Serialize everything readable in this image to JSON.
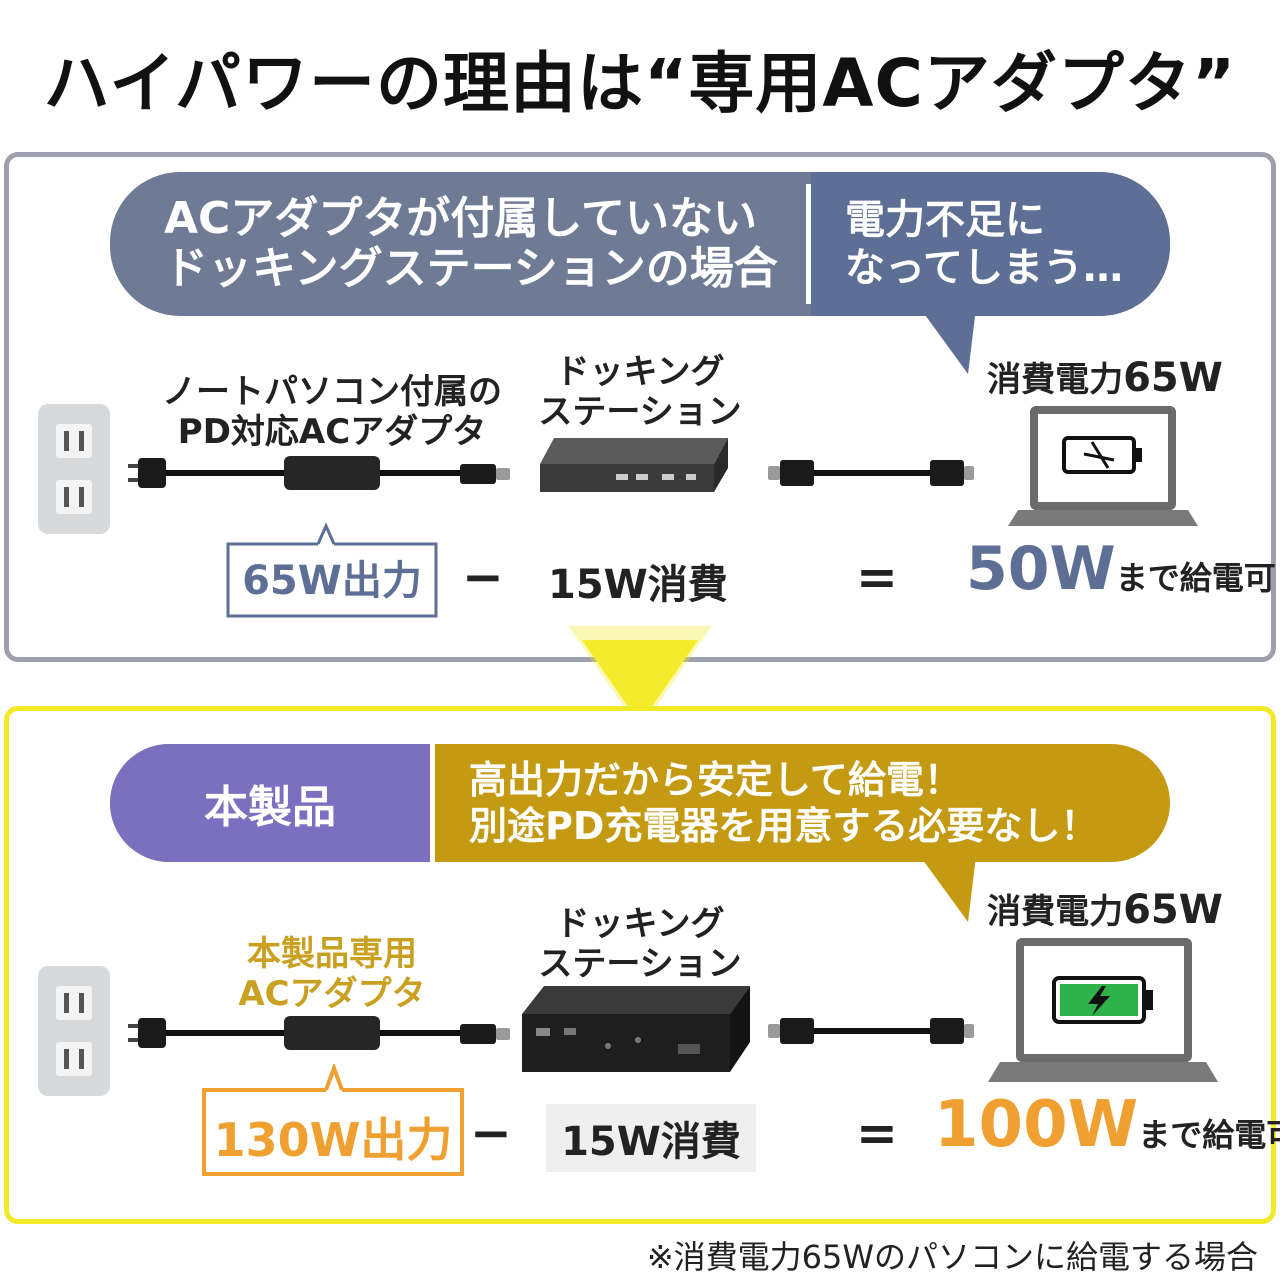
{
  "title": "ハイパワーの理由は“専用ACアダプタ”",
  "colors": {
    "top_bubble": "#6f7a95",
    "top_accent": "#5e6f95",
    "bottom_left": "#7b6fc0",
    "bottom_right": "#c49a12",
    "bottom_border": "#f2ea25",
    "orange": "#f0a030",
    "gold_text": "#c9a020",
    "battery_green": "#2db34a"
  },
  "top": {
    "bubble_left": [
      "ACアダプタが付属していない",
      "ドッキングステーションの場合"
    ],
    "bubble_right": [
      "電力不足に",
      "なってしまう…"
    ],
    "adapter_label": [
      "ノートパソコン付属の",
      "PD対応ACアダプタ"
    ],
    "dock_label": [
      "ドッキング",
      "ステーション"
    ],
    "laptop_label_prefix": "消費電力",
    "laptop_label_value": "65W",
    "output": "65W出力",
    "minus": "−",
    "consume": "15W消費",
    "equals": "=",
    "result_value": "50W",
    "result_suffix": "まで給電可"
  },
  "bottom": {
    "bubble_left": "本製品",
    "bubble_right": [
      "高出力だから安定して給電！",
      "別途PD充電器を用意する必要なし！"
    ],
    "adapter_label": [
      "本製品専用",
      "ACアダプタ"
    ],
    "dock_label": [
      "ドッキング",
      "ステーション"
    ],
    "laptop_label_prefix": "消費電力",
    "laptop_label_value": "65W",
    "output": "130W出力",
    "minus": "−",
    "consume": "15W消費",
    "equals": "=",
    "result_value": "100W",
    "result_suffix": "まで給電可"
  },
  "footnote": "※消費電力65Wのパソコンに給電する場合",
  "icons": [
    "power-outlet-icon",
    "ac-adapter-icon",
    "usb-c-cable-icon",
    "docking-station-icon",
    "laptop-icon",
    "battery-empty-icon",
    "battery-charging-icon",
    "down-arrow-icon"
  ]
}
